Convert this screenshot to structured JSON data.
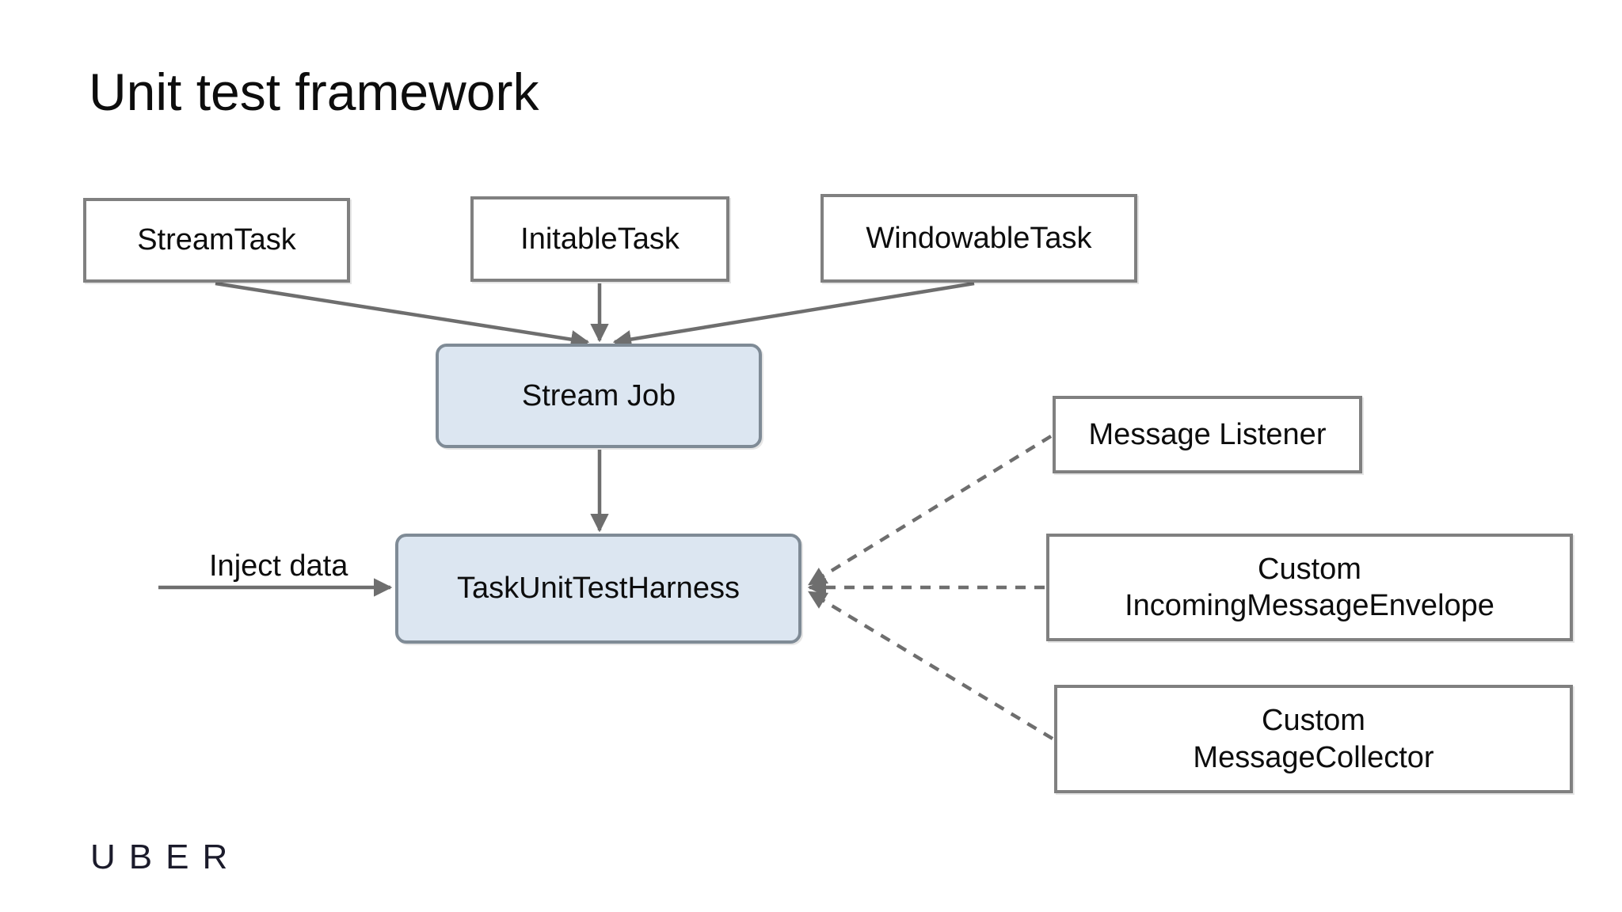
{
  "slide": {
    "title": "Unit test framework",
    "brand": "UBER",
    "background_color": "#ffffff"
  },
  "colors": {
    "node_border": "#808080",
    "accent_fill": "#dce6f1",
    "accent_border": "#7f8b96",
    "connector": "#6e6e6e",
    "text": "#0d0d0d",
    "brand": "#1b1b2b"
  },
  "diagram": {
    "type": "flow",
    "nodes": [
      {
        "id": "streamtask",
        "label": "StreamTask",
        "style": "plain"
      },
      {
        "id": "initabletask",
        "label": "InitableTask",
        "style": "plain"
      },
      {
        "id": "windowabletask",
        "label": "WindowableTask",
        "style": "plain"
      },
      {
        "id": "streamjob",
        "label": "Stream Job",
        "style": "accent"
      },
      {
        "id": "harness",
        "label": "TaskUnitTestHarness",
        "style": "accent"
      },
      {
        "id": "message_listener",
        "label": "Message Listener",
        "style": "plain"
      },
      {
        "id": "custom_ime",
        "label_line1": "Custom",
        "label_line2": "IncomingMessageEnvelope",
        "style": "plain"
      },
      {
        "id": "custom_mc",
        "label_line1": "Custom",
        "label_line2": "MessageCollector",
        "style": "plain"
      }
    ],
    "edges": [
      {
        "from": "streamtask",
        "to": "streamjob",
        "style": "solid",
        "arrow": "to"
      },
      {
        "from": "initabletask",
        "to": "streamjob",
        "style": "solid",
        "arrow": "to"
      },
      {
        "from": "windowabletask",
        "to": "streamjob",
        "style": "solid",
        "arrow": "to"
      },
      {
        "from": "streamjob",
        "to": "harness",
        "style": "solid",
        "arrow": "to"
      },
      {
        "from": "external",
        "to": "harness",
        "style": "solid",
        "arrow": "to",
        "label": "Inject data"
      },
      {
        "from": "message_listener",
        "to": "harness",
        "style": "dashed",
        "arrow": "to"
      },
      {
        "from": "custom_ime",
        "to": "harness",
        "style": "dashed",
        "arrow": "to"
      },
      {
        "from": "custom_mc",
        "to": "harness",
        "style": "dashed",
        "arrow": "to"
      }
    ],
    "labels": {
      "inject_data": "Inject data"
    }
  }
}
